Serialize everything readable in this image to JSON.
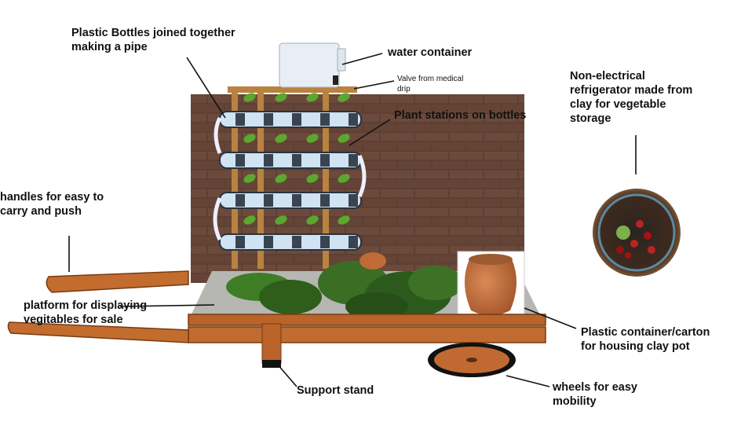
{
  "colors": {
    "wall": "#5a3a2e",
    "wood": "#b8642a",
    "wood_dark": "#8a4418",
    "bottle": "#c9dff0",
    "leaf": "#4f9a2a",
    "pot": "#c8703e"
  },
  "labels": {
    "bottles_pipe": "Plastic  Bottles joined together\nmaking a pipe",
    "water_container": "water container",
    "valve": "Valve from medical\ndrip",
    "plant_stations": "Plant stations on bottles",
    "refrigerator": "Non-electrical\nrefrigerator made from\nclay for vegetable\nstorage",
    "handles": "handles for easy to\ncarry and push",
    "platform": "platform for displaying\nvegitables for sale",
    "plastic_container": "Plastic container/carton\nfor housing clay pot",
    "support_stand": "Support stand",
    "wheels": "wheels for easy\nmobility"
  }
}
